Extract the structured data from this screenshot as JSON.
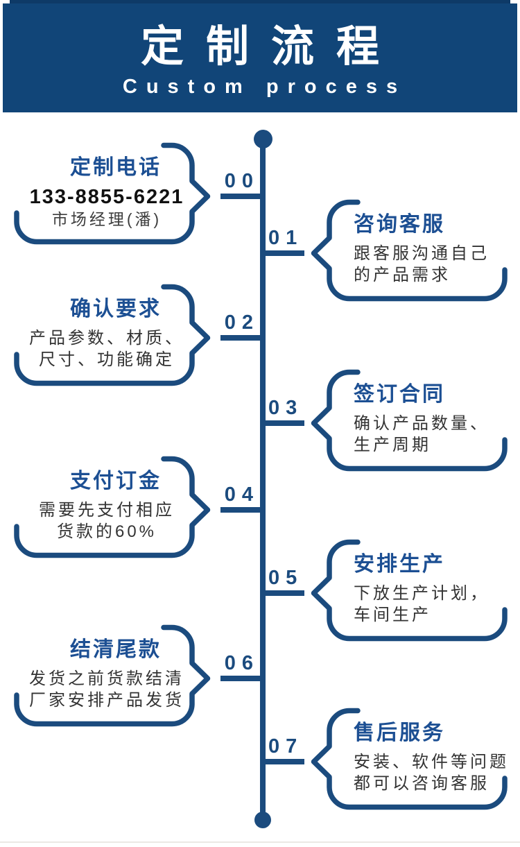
{
  "header": {
    "title": "定制流程",
    "subtitle": "Custom process"
  },
  "colors": {
    "header_bg": "#114578",
    "timeline_navy": "#1b4b7e",
    "step_title_blue": "#1c4f93",
    "body_text": "#333333",
    "phone_text": "#111111"
  },
  "steps": [
    {
      "num": "00",
      "side": "left",
      "title": "定制电话",
      "body": [
        "133-8855-6221",
        "市场经理(潘)"
      ]
    },
    {
      "num": "01",
      "side": "right",
      "title": "咨询客服",
      "body": [
        "跟客服沟通自己",
        "的产品需求"
      ]
    },
    {
      "num": "02",
      "side": "left",
      "title": "确认要求",
      "body": [
        "产品参数、材质、",
        "尺寸、功能确定"
      ]
    },
    {
      "num": "03",
      "side": "right",
      "title": "签订合同",
      "body": [
        "确认产品数量、",
        "生产周期"
      ]
    },
    {
      "num": "04",
      "side": "left",
      "title": "支付订金",
      "body": [
        "需要先支付相应",
        "货款的60%"
      ]
    },
    {
      "num": "05",
      "side": "right",
      "title": "安排生产",
      "body": [
        "下放生产计划，",
        "车间生产"
      ]
    },
    {
      "num": "06",
      "side": "left",
      "title": "结清尾款",
      "body": [
        "发货之前货款结清",
        "厂家安排产品发货"
      ]
    },
    {
      "num": "07",
      "side": "right",
      "title": "售后服务",
      "body": [
        "安装、软件等问题",
        "都可以咨询客服"
      ]
    }
  ]
}
